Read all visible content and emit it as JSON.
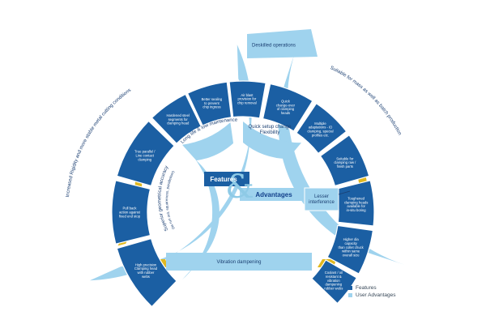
{
  "center": {
    "line1": "Features",
    "amp": "&",
    "line2": "Advantages"
  },
  "features": [
    "High precision|Clamping head|with rubber|webs",
    "Pull back|action against|fixed end stop",
    "True parallel /|Line contact|clamping",
    "Hardened steel|segments for|clamping head",
    "Better sealing|to prevent|chip ingress",
    "Air blast|provision for|chip removal",
    "Quick|change-over|of clamping|heads",
    "Multiple|adaptations - ID|clamping, special|profiles etc.",
    "Suitable for|clamping raw /|finish parts",
    "Toughened|clamping heads|available for|in-situ boring",
    "Higher dia|capacity|than collet chuck|within same|overall size",
    "Coolant / oil|resistant &|vibration|dampening|rubber webs"
  ],
  "advantages": {
    "rigidity": "Increased Rigidity and more stable metal cutting conditions",
    "accuracy": "Superior geometrical accuracy",
    "accuracy_sub": "(as run out, squareness, parallelism)",
    "longlife": "Long life & low maintenance",
    "quicksetup": "Quick setup change|Flexibility",
    "deskilled": "Deskilled operations",
    "suitable": "Suitable for mass as well as batch production",
    "lesser": "Lesser|interference",
    "vibration": "Vibration dampening"
  },
  "legend": {
    "features": "Features",
    "advantages": "User Advantages"
  },
  "colors": {
    "feature": "#1b5fa3",
    "advantage": "#9fd3ee",
    "accent": "#e0b820",
    "feature_text": "#ffffff",
    "advantage_text": "#1b3f72"
  }
}
